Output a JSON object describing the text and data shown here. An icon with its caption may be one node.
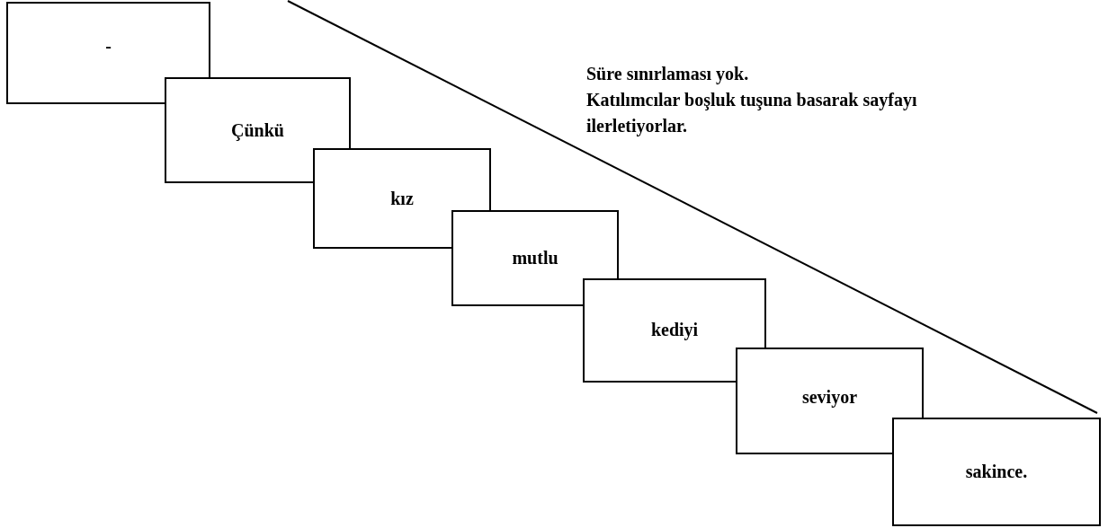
{
  "diagram": {
    "nodes": [
      {
        "text": [
          "-"
        ]
      },
      {
        "text": [
          "Çünkü"
        ]
      },
      {
        "text": [
          "kız"
        ]
      },
      {
        "text": [
          "mutlu"
        ]
      },
      {
        "text": [
          "kediyi"
        ]
      },
      {
        "text": [
          "seviyor"
        ]
      },
      {
        "text": [
          "sakince."
        ]
      }
    ],
    "labels": [
      "Süre sınırlaması yok.",
      "Katılımcılar boşluk tuşuna basarak sayfayı ilerletiyorlar."
    ]
  }
}
